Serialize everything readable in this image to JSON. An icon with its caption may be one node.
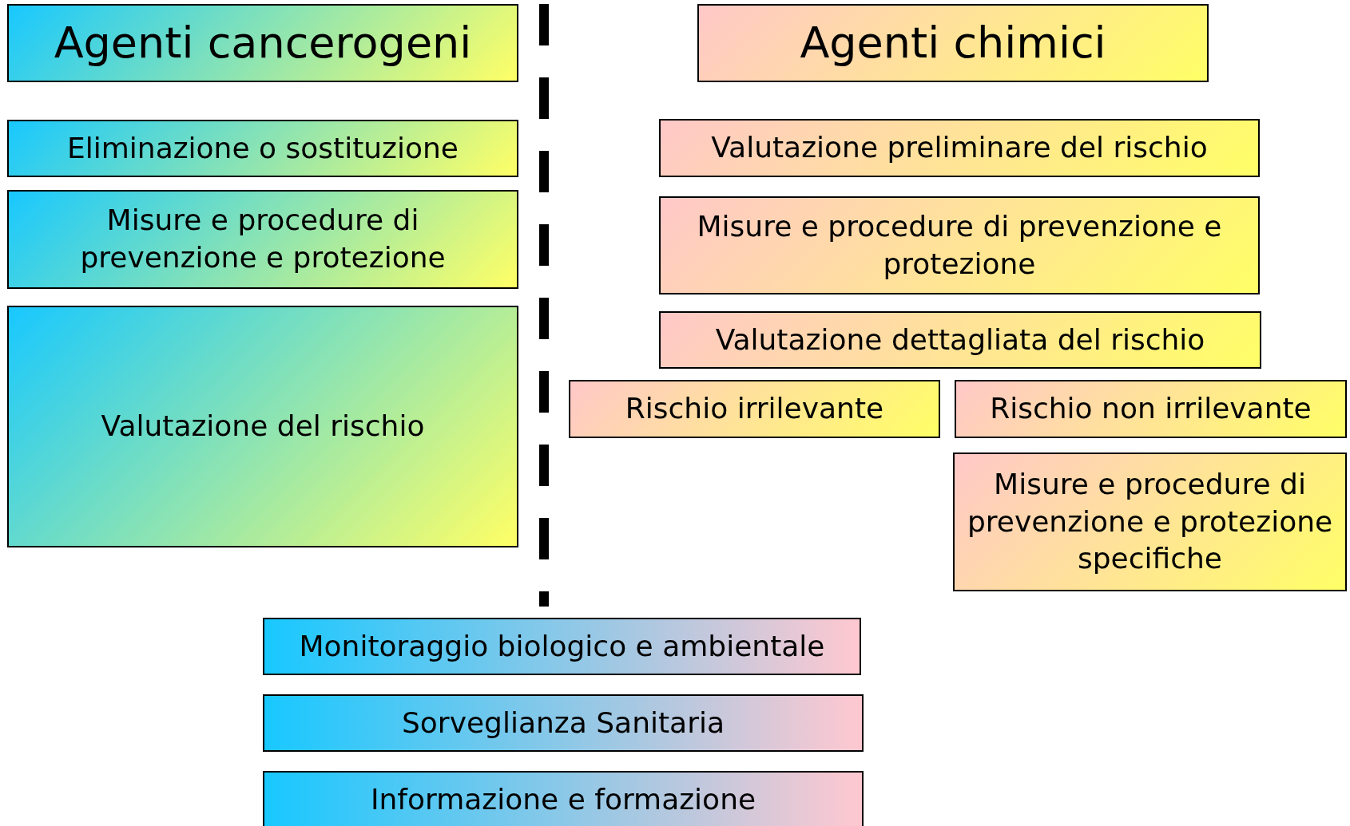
{
  "diagram": {
    "nodes": [
      {
        "text": [
          "Agenti cancerogeni"
        ]
      },
      {
        "text": [
          "Agenti chimici"
        ]
      },
      {
        "text": [
          "Eliminazione o sostituzione"
        ]
      },
      {
        "text": [
          "Misure e procedure di prevenzione e protezione"
        ]
      },
      {
        "text": [
          "Valutazione del rischio"
        ]
      },
      {
        "text": [
          "Valutazione preliminare del rischio"
        ]
      },
      {
        "text": [
          "Misure e procedure di prevenzione e protezione"
        ]
      },
      {
        "text": [
          "Valutazione dettagliata del rischio"
        ]
      },
      {
        "text": [
          "Rischio irrilevante"
        ]
      },
      {
        "text": [
          "Rischio non irrilevante"
        ]
      },
      {
        "text": [
          "Misure e procedure di prevenzione e protezione specifiche"
        ]
      },
      {
        "text": [
          "Monitoraggio biologico e ambientale"
        ]
      },
      {
        "text": [
          "Sorveglianza Sanitaria"
        ]
      },
      {
        "text": [
          "Informazione e formazione"
        ]
      }
    ]
  }
}
